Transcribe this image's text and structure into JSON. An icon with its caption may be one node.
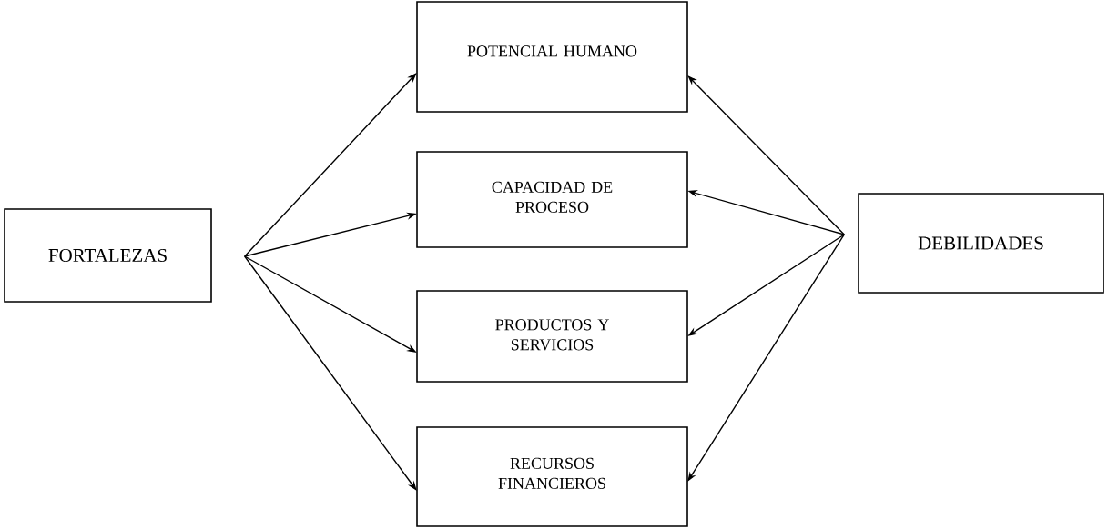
{
  "diagram": {
    "nodes": [
      {
        "text": [
          "FORTALEZAS"
        ]
      },
      {
        "text": [
          "POTENCIAL HUMANO"
        ]
      },
      {
        "text": [
          "CAPACIDAD DE PROCESO"
        ]
      },
      {
        "text": [
          "PRODUCTOS Y SERVICIOS"
        ]
      },
      {
        "text": [
          "RECURSOS FINANCIEROS"
        ]
      },
      {
        "text": [
          "DEBILIDADES"
        ]
      }
    ],
    "edges": [
      {
        "from": 0,
        "to": 1,
        "arrow": "to"
      },
      {
        "from": 0,
        "to": 2,
        "arrow": "to"
      },
      {
        "from": 0,
        "to": 3,
        "arrow": "to"
      },
      {
        "from": 0,
        "to": 4,
        "arrow": "to"
      },
      {
        "from": 5,
        "to": 1,
        "arrow": "to"
      },
      {
        "from": 5,
        "to": 2,
        "arrow": "to"
      },
      {
        "from": 5,
        "to": 3,
        "arrow": "to"
      },
      {
        "from": 5,
        "to": 4,
        "arrow": "to"
      }
    ]
  }
}
